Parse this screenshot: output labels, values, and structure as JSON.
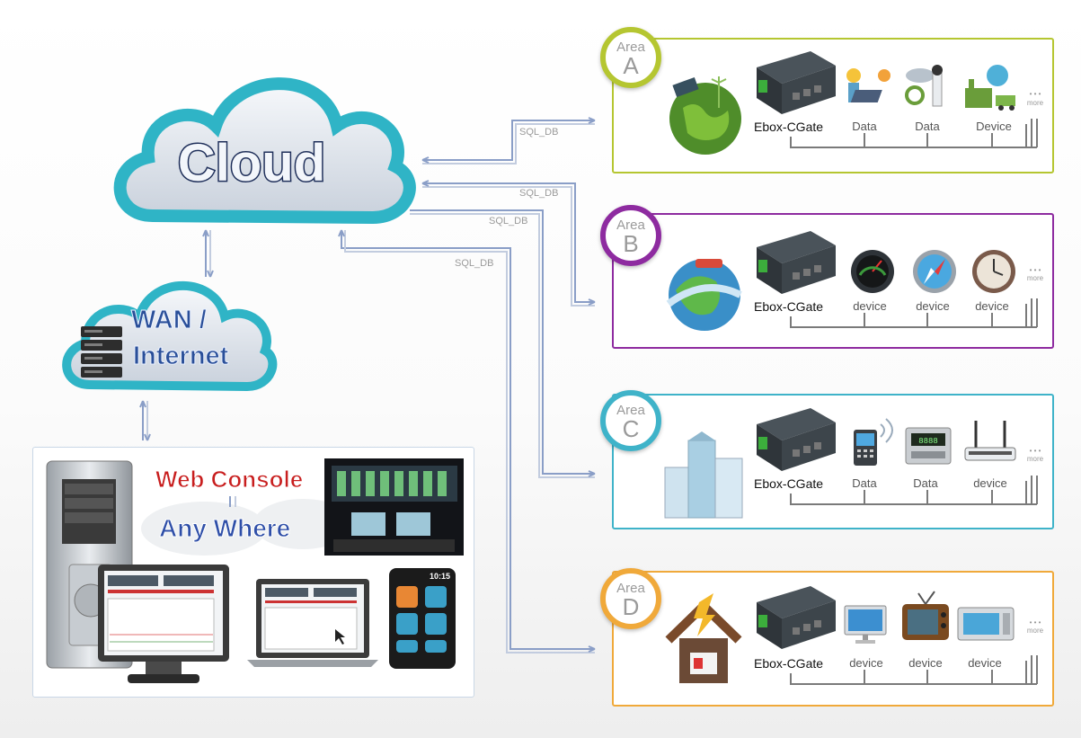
{
  "cloud": {
    "label": "Cloud"
  },
  "internet": {
    "line1": "WAN /",
    "line2": "Internet"
  },
  "console": {
    "title": "Web Console",
    "subtitle": "Any Where",
    "phone_time": "10:15"
  },
  "links": [
    {
      "label": "SQL_DB"
    },
    {
      "label": "SQL_DB"
    },
    {
      "label": "SQL_DB"
    },
    {
      "label": "SQL_DB"
    }
  ],
  "areas": [
    {
      "word": "Area",
      "letter": "A",
      "color": "#b5c631",
      "gateway": "Ebox-CGate",
      "devices": [
        "Data",
        "Data",
        "Device"
      ],
      "more": "more"
    },
    {
      "word": "Area",
      "letter": "B",
      "color": "#8e2ba0",
      "gateway": "Ebox-CGate",
      "devices": [
        "device",
        "device",
        "device"
      ],
      "more": "more"
    },
    {
      "word": "Area",
      "letter": "C",
      "color": "#3fb3c9",
      "gateway": "Ebox-CGate",
      "devices": [
        "Data",
        "Data",
        "device"
      ],
      "more": "more"
    },
    {
      "word": "Area",
      "letter": "D",
      "color": "#f0a93a",
      "gateway": "Ebox-CGate",
      "devices": [
        "device",
        "device",
        "device"
      ],
      "more": "more"
    }
  ]
}
